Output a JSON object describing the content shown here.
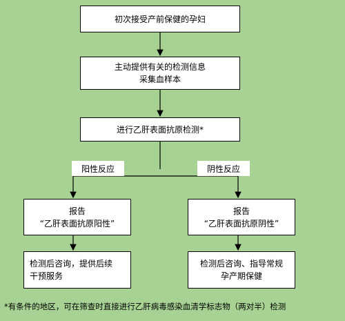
{
  "nodes": {
    "step1": "初次接受产前保健的孕妇",
    "step2_line1": "主动提供有关的检测信息",
    "step2_line2": "采集血样本",
    "step3": "进行乙肝表面抗原检测*",
    "positive_label": "阳性反应",
    "negative_label": "阴性反应",
    "positive_report_line1": "报告",
    "positive_report_line2": "“乙肝表面抗原阳性”",
    "negative_report_line1": "报告",
    "negative_report_line2": "“乙肝表面抗原阴性”",
    "positive_action_line1": "检测后咨询，提供后续",
    "positive_action_line2": "干预服务",
    "negative_action_line1": "检测后咨询、指导常规",
    "negative_action_line2": "孕产期保健"
  },
  "footnote": "*有条件的地区，可在筛查时直接进行乙肝病毒感染血清学标志物（两对半）检测"
}
